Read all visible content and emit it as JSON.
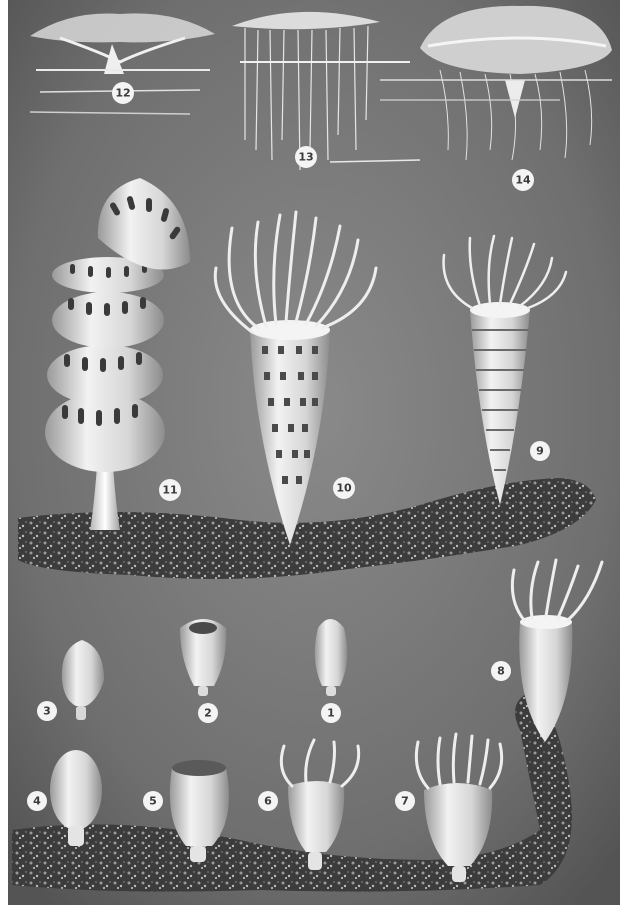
{
  "plate": {
    "stage_labels": [
      {
        "id": "1",
        "text": "1"
      },
      {
        "id": "2",
        "text": "2"
      },
      {
        "id": "3",
        "text": "3"
      },
      {
        "id": "4",
        "text": "4"
      },
      {
        "id": "5",
        "text": "5"
      },
      {
        "id": "6",
        "text": "6"
      },
      {
        "id": "7",
        "text": "7"
      },
      {
        "id": "8",
        "text": "8"
      },
      {
        "id": "9",
        "text": "9"
      },
      {
        "id": "10",
        "text": "10"
      },
      {
        "id": "11",
        "text": "11"
      },
      {
        "id": "12",
        "text": "12"
      },
      {
        "id": "13",
        "text": "13"
      },
      {
        "id": "14",
        "text": "14"
      }
    ]
  }
}
